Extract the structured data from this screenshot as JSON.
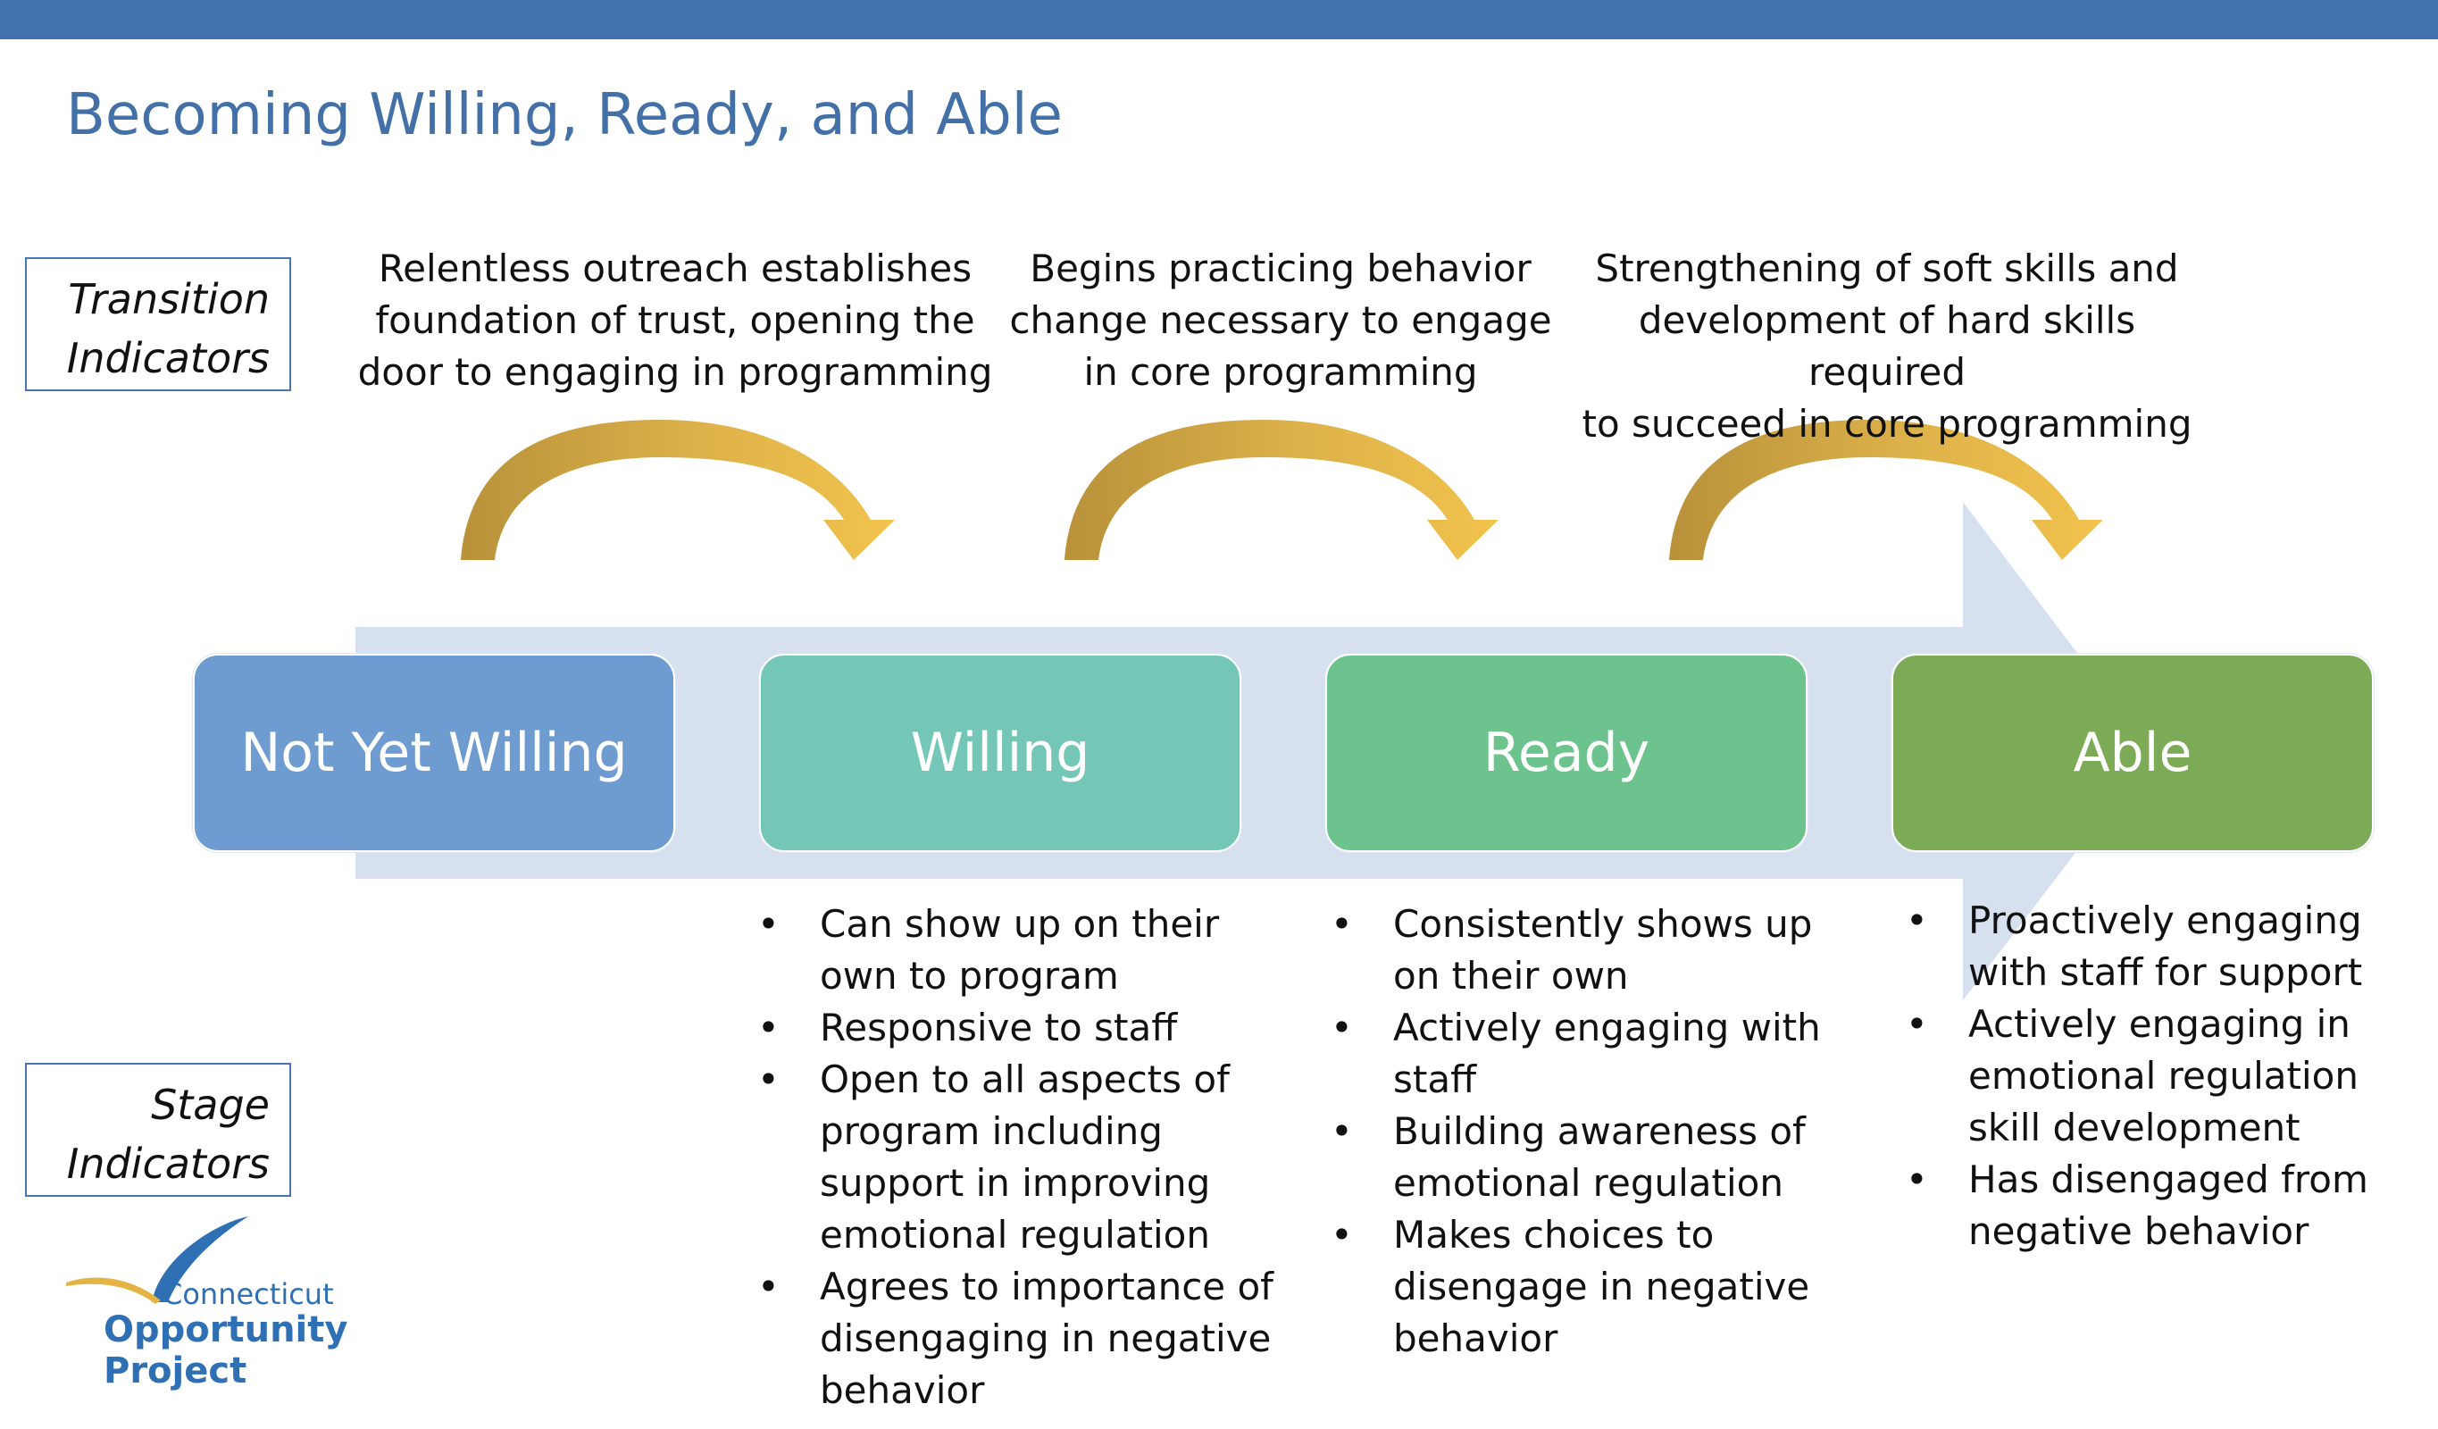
{
  "title": "Becoming Willing, Ready, and Able",
  "labels": {
    "transition": [
      "Transition",
      "Indicators"
    ],
    "stage": [
      "Stage",
      "Indicators"
    ]
  },
  "transitions": [
    [
      "Relentless outreach establishes",
      "foundation of trust, opening the",
      "door to engaging in programming"
    ],
    [
      "Begins practicing behavior",
      "change necessary to engage",
      "in core programming"
    ],
    [
      "Strengthening of soft skills and",
      "development of hard skills required",
      "to succeed in core programming"
    ]
  ],
  "stages": [
    {
      "label": "Not Yet Willing",
      "color": "#6e9bd0"
    },
    {
      "label": "Willing",
      "color": "#74c7b7"
    },
    {
      "label": "Ready",
      "color": "#6dc38d"
    },
    {
      "label": "Able",
      "color": "#7daa57"
    }
  ],
  "indicators": {
    "willing": [
      [
        "Can show up on their",
        "own to program"
      ],
      [
        "Responsive to staff"
      ],
      [
        "Open to all aspects of",
        "program including",
        "support in improving",
        "emotional regulation"
      ],
      [
        "Agrees to importance of",
        "disengaging in negative",
        "behavior"
      ]
    ],
    "ready": [
      [
        "Consistently shows up",
        "on their own"
      ],
      [
        "Actively engaging with",
        "staff"
      ],
      [
        "Building awareness of",
        "emotional regulation"
      ],
      [
        "Makes choices to",
        "disengage in negative",
        "behavior"
      ]
    ],
    "able": [
      [
        "Proactively engaging",
        "with staff for support"
      ],
      [
        "Actively engaging in",
        "emotional regulation",
        "skill development"
      ],
      [
        "Has disengaged from",
        "negative behavior"
      ]
    ]
  },
  "logo": {
    "line1": "Connecticut",
    "line2": "Opportunity",
    "line3": "Project"
  },
  "colors": {
    "header_bar": "#4172ae",
    "title": "#4470a8",
    "big_arrow": "#d6e0ef",
    "curve_arrow": "#e9b949"
  }
}
